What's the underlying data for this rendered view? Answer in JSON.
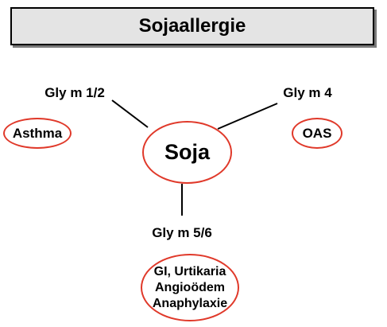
{
  "title": "Sojaallergie",
  "center": {
    "label": "Soja"
  },
  "allergens": {
    "left": "Gly m 1/2",
    "right": "Gly m 4",
    "bottom": "Gly m 5/6"
  },
  "conditions": {
    "left": "Asthma",
    "right": "OAS",
    "bottom": [
      "GI, Urtikaria",
      "Angioödem",
      "Anaphylaxie"
    ]
  },
  "colors": {
    "ellipse_border": "#e0392a",
    "title_background": "#e4e4e4",
    "title_shadow": "#7a7a7a"
  }
}
